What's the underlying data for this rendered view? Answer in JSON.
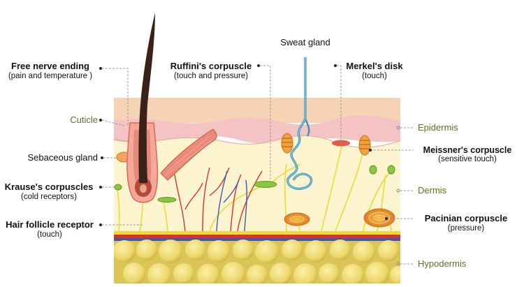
{
  "labels": {
    "free_nerve": {
      "title": "Free nerve ending",
      "sub": "(pain and temperature )"
    },
    "ruffini": {
      "title": "Ruffini's corpuscle",
      "sub": "(touch and pressure)"
    },
    "sweat": {
      "title": "Sweat gland"
    },
    "merkel": {
      "title": "Merkel's disk",
      "sub": "(touch)"
    },
    "cuticle": {
      "title": "Cuticle"
    },
    "sebaceous": {
      "title": "Sebaceous gland"
    },
    "krause": {
      "title": "Krause's  corpuscles",
      "sub": "(cold receptors)"
    },
    "hair_follicle": {
      "title": "Hair follicle receptor",
      "sub": "(touch)"
    },
    "epidermis": {
      "title": "Epidermis"
    },
    "meissner": {
      "title": "Meissner's corpuscle",
      "sub": "(sensitive touch)"
    },
    "dermis": {
      "title": "Dermis"
    },
    "pacinian": {
      "title": "Pacinian corpuscle",
      "sub": "(pressure)"
    },
    "hypodermis": {
      "title": "Hypodermis"
    }
  },
  "colors": {
    "epidermis_top": "#f6d3b4",
    "epidermis_pink": "#f3c4c3",
    "dermis": "#fbf4cf",
    "hypodermis": "#e9d56a",
    "artery": "#d9322a",
    "vein": "#3c59b0",
    "nerve": "#efd83a",
    "hair": "#3a2218",
    "layer_text": "#6b6a2a"
  }
}
